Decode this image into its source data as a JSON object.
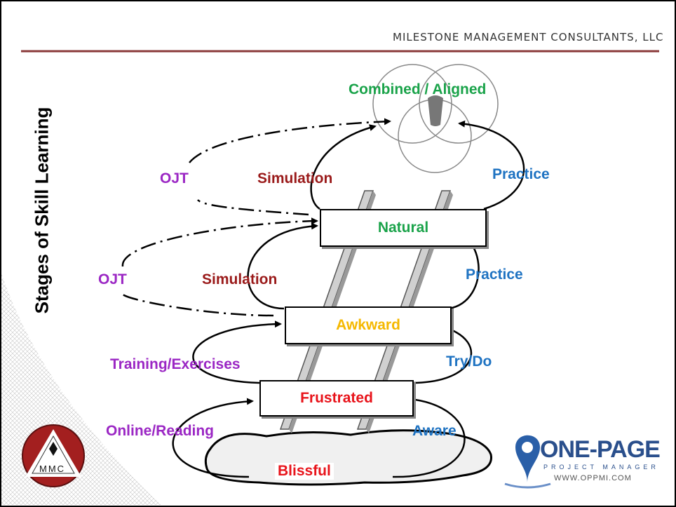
{
  "header": {
    "firm": "MILESTONE MANAGEMENT CONSULTANTS, LLC"
  },
  "title": "Stages of Skill Learning",
  "stages": {
    "blissful": "Blissful",
    "frustrated": "Frustrated",
    "awkward": "Awkward",
    "natural": "Natural",
    "combined": "Combined / Aligned"
  },
  "transitions": {
    "online_reading": "Online/Reading",
    "aware": "Aware",
    "training": "Training/Exercises",
    "try_do": "Try/Do",
    "ojt_1": "OJT",
    "simulation_1": "Simulation",
    "practice_1": "Practice",
    "ojt_2": "OJT",
    "simulation_2": "Simulation",
    "practice_2": "Practice"
  },
  "logos": {
    "mmc": "MMC",
    "onepage": "ONE-PAGE",
    "onepage_sub": "PROJECT MANAGER",
    "onepage_url": "WWW.OPPMI.COM"
  },
  "colors": {
    "green": "#1aa34a",
    "red": "#e8141b",
    "darkred": "#9a1a1a",
    "orange": "#f5b800",
    "purple": "#9b27c4",
    "blue": "#1f73c2",
    "rule": "#8a3a3a"
  }
}
